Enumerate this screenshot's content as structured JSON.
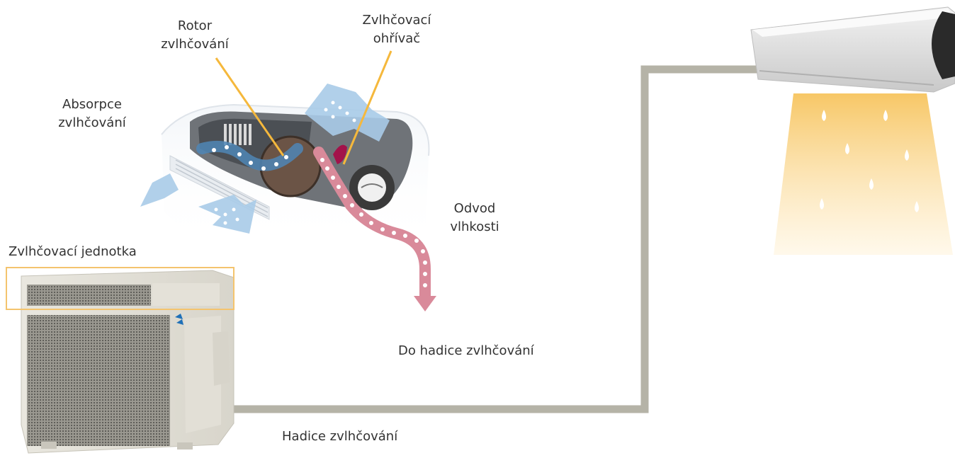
{
  "labels": {
    "rotor": [
      "Rotor",
      "zvlhčování"
    ],
    "heater": [
      "Zvlhčovací",
      "ohřívač"
    ],
    "absorption": [
      "Absorpce",
      "zvlhčování"
    ],
    "exhaust": [
      "Odvod",
      "vlhkosti"
    ],
    "unit": "Zvlhčovací jednotka",
    "to_hose": "Do hadice zvlhčování",
    "hose": "Hadice zvlhčování"
  },
  "colors": {
    "pipe": "#b5b3a7",
    "leader": "#f5b83c",
    "unit_highlight": "#f4c46e",
    "airflow_blue": "#7fb7e0",
    "moisture_pink": "#d98a9a",
    "warm_air": "#fbd98a"
  },
  "icons": [
    "humidifier-unit",
    "outdoor-unit",
    "indoor-unit",
    "water-drop-icon",
    "airflow-arrow-icon",
    "moisture-arrow-icon"
  ]
}
